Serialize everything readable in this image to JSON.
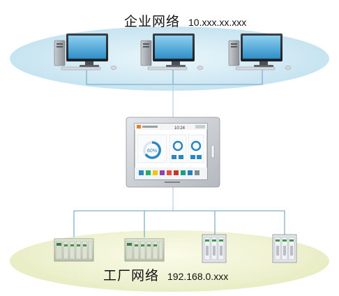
{
  "enterprise_network": {
    "name": "企业网络",
    "address": "10.xxx.xx.xxx"
  },
  "factory_network": {
    "name": "工厂网络",
    "address": "192.168.0.xxx"
  },
  "hmi_screen": {
    "time": "10:24",
    "gauge_value": "60%"
  },
  "devices": {
    "computers": [
      "pc-1",
      "pc-2",
      "pc-3"
    ],
    "plcs": [
      "plc-rack-1",
      "plc-rack-2",
      "io-module-1",
      "io-module-2"
    ]
  },
  "colors": {
    "enterprise_zone": "#cfe8f3",
    "factory_zone": "#eef1cf",
    "network_line": "#7fb0cc",
    "hmi_frame": "#c8cdd2",
    "screen_accent": "#2e86c1"
  }
}
